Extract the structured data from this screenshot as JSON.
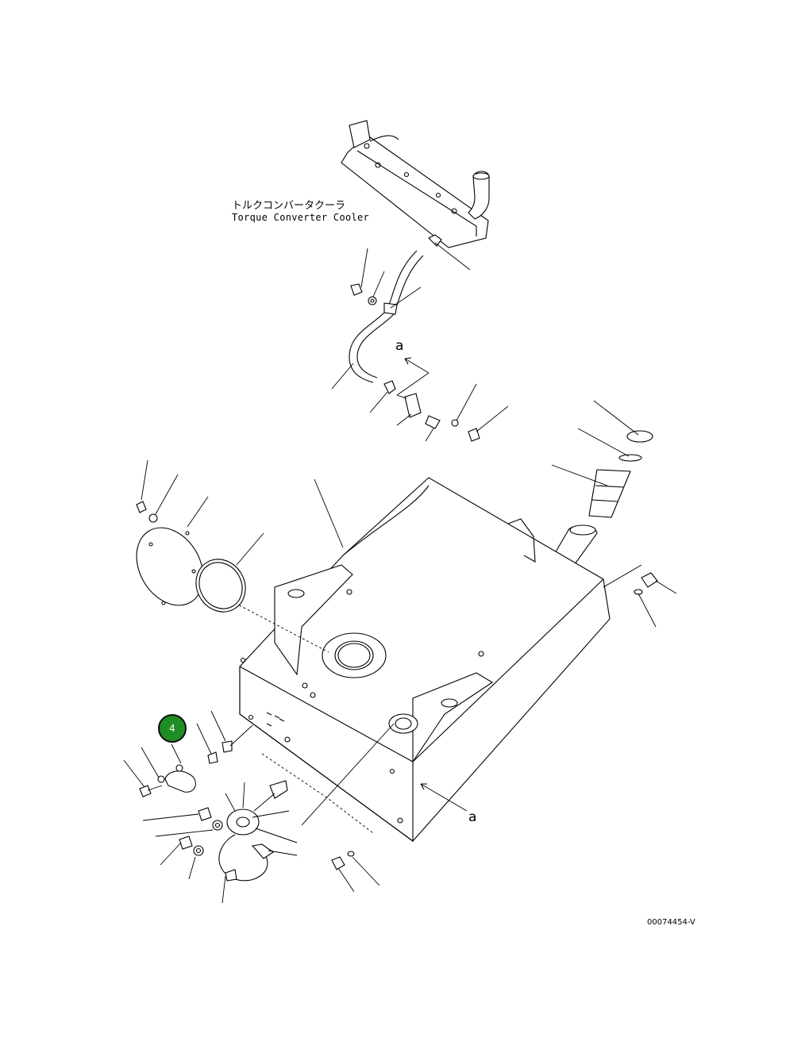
{
  "labels": {
    "title_jp": "トルクコンバータクーラ",
    "title_en": "Torque Converter Cooler",
    "ref_a_upper": "a",
    "ref_a_lower": "a",
    "drawing_code": "00074454-V"
  },
  "callout": {
    "number": "4",
    "color": "#1f8c24"
  }
}
